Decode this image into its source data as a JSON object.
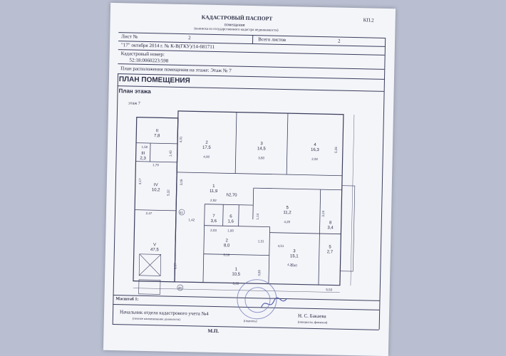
{
  "header": {
    "title": "КАДАСТРОВЫЙ ПАСПОРТ",
    "form_code": "КП.2",
    "subtitle": "помещения",
    "subtitle_note": "(выписка из государственного кадастра недвижимости)",
    "sheet_label": "Лист №",
    "sheet_no": "2",
    "total_label": "Всего листов",
    "total_no": "2",
    "date_line": "\"17\" октября 2014 г. № К-В(ГКУ)/14-681711",
    "cad_label": "Кадастровый номер:",
    "cad_number": "52:18:0060223:598",
    "floor_line": "План расположения помещения на этаже: Этаж № 7"
  },
  "plan": {
    "heading": "ПЛАН ПОМЕЩЕНИЯ",
    "subheading": "План этажа",
    "floor_label": "этаж 7",
    "height_label": "h2,70",
    "rooms": [
      {
        "no": "2",
        "area": "17,5",
        "dim": "4,00"
      },
      {
        "no": "3",
        "area": "14,5",
        "dim": "3,60"
      },
      {
        "no": "4",
        "area": "16,3",
        "dim": "2,92"
      },
      {
        "no": "1",
        "area": "11,9",
        "dim": "2,92"
      },
      {
        "no": "5",
        "area": "11,2",
        "dim": "4,20"
      },
      {
        "no": "7",
        "area": "3,6",
        "dim": "2,03"
      },
      {
        "no": "6",
        "area": "1,6",
        "dim": "1,00"
      },
      {
        "no": "8",
        "area": "3,4",
        "dim": ""
      },
      {
        "no": "2",
        "area": "8,0",
        "dim": "3,18"
      },
      {
        "no": "3",
        "area": "15,1",
        "dim": "3,40"
      },
      {
        "no": "1",
        "area": "10,5",
        "dim": "3,35"
      },
      {
        "no": "5",
        "area": "2,7",
        "dim": ""
      }
    ],
    "left_rooms": [
      {
        "no": "II",
        "area": "7,8"
      },
      {
        "no": "III",
        "area": "2,3"
      },
      {
        "no": "IV",
        "area": "10,2"
      },
      {
        "no": "V",
        "area": "47,5"
      }
    ],
    "dims": {
      "d431": "4,31",
      "d526": "5,26",
      "d305": "3,05",
      "d143": "1,43",
      "d150": "1,50",
      "d179": "1,79",
      "d532": "5,32",
      "d417": "4,17",
      "d247": "2,47",
      "d142": "1,42",
      "d114": "1,14",
      "d451": "4,51",
      "d420": "4,20",
      "d553": "5,53",
      "d987": "9,87",
      "d380": "3,80",
      "d324": "3,24",
      "d131": "1,31"
    },
    "marker_41": "41",
    "marker_49": "49"
  },
  "footer": {
    "scale": "Масштаб 1:",
    "official_title": "Начальник отдела кадастрового учета №4",
    "official_note": "(полное наименование должности)",
    "signature_note": "(подпись)",
    "official_name": "Н. С. Бакаева",
    "name_note": "(инициалы, фамилия)",
    "mp": "М.П."
  },
  "stamp": {
    "text": "Отдел кадастрового учета № 4"
  },
  "colors": {
    "paper": "#f4f5f9",
    "ink": "#2a2c44",
    "background": "#b9bfd0",
    "stamp": "#6f78b8"
  }
}
